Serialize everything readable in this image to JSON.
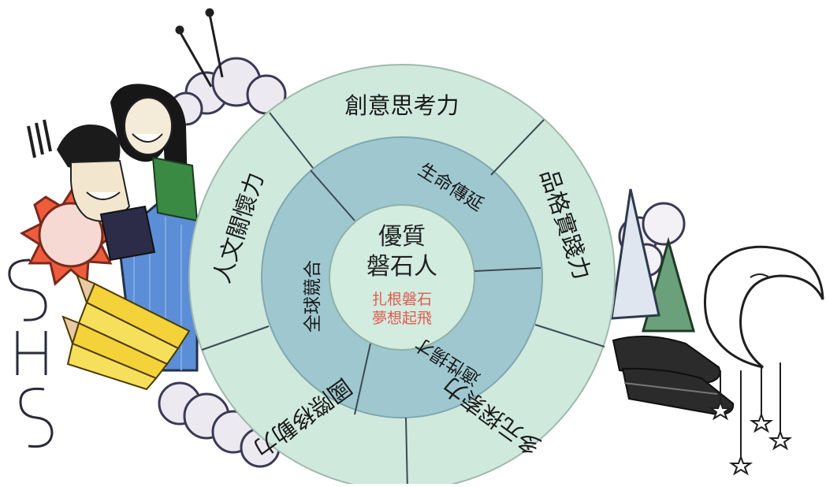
{
  "diagram": {
    "core": {
      "title_line1": "優質",
      "title_line2": "磐石人",
      "slogan_line1": "扎根磐石",
      "slogan_line2": "夢想起飛"
    },
    "outer_ring": [
      "創意思考力",
      "品格實踐力",
      "多元探索力",
      "國際移動力",
      "人文關懷力"
    ],
    "inner_ring": [
      "生命傳延",
      "適性揚才",
      "全球競合"
    ],
    "colors": {
      "outer_ring": "#cfe9dd",
      "inner_ring": "#9fc7cf",
      "core": "#d2ecdf",
      "divider": "#3d4a52",
      "slogan": "#e05a4e"
    },
    "side_illustrations": {
      "left_letters": "SHS"
    }
  }
}
